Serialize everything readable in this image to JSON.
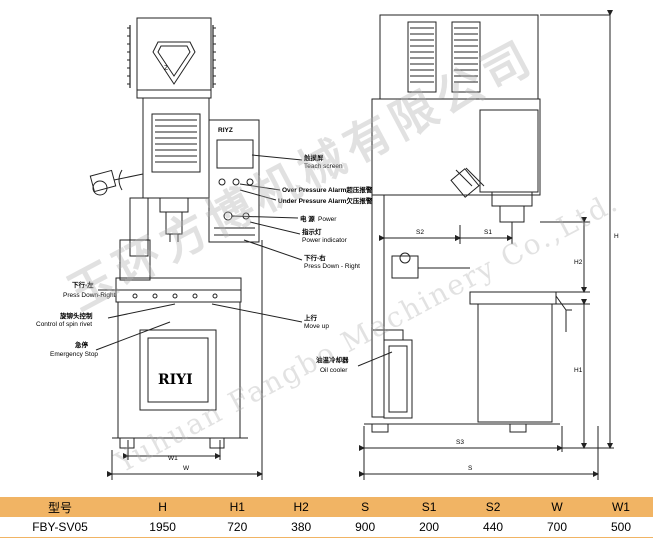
{
  "labels": {
    "teach_screen_cn": "触摸屏",
    "teach_screen_en": "Teach screen",
    "over_pressure": "Over Pressure Alarm超压报警",
    "under_pressure": "Under Pressure Alarm欠压报警",
    "power_cn": "电 源",
    "power_en": "Power",
    "power_ind_cn": "指示灯",
    "power_ind_en": "Power indicator",
    "pdr_cn": "下行-右",
    "pdr_en": "Press Down - Right",
    "pdl_cn": "下行-左",
    "pdl_en": "Press Down-Right",
    "spin_cn": "旋铆头控制",
    "spin_en": "Control of spin rivet",
    "moveup_cn": "上行",
    "moveup_en": "Move up",
    "estop_cn": "急停",
    "estop_en": "Emergency Stop",
    "oil_cn": "油温冷却器",
    "oil_en": "Oil cooler",
    "brand": "RIYI",
    "panel_brand": "RIYZ",
    "logo_letter": "Z"
  },
  "dims": {
    "W": "W",
    "W1": "W1",
    "S": "S",
    "S1": "S1",
    "S2": "S2",
    "S3": "S3",
    "H": "H",
    "H1": "H1",
    "H2": "H2"
  },
  "watermark": {
    "cn": "玉环方博机械有限公司",
    "en": "Yuhuan Fangbo Machinery Co.,Ltd."
  },
  "spec_table": {
    "headers": [
      "型号",
      "H",
      "H1",
      "H2",
      "S",
      "S1",
      "S2",
      "W",
      "W1"
    ],
    "row": [
      "FBY-SV05",
      "1950",
      "720",
      "380",
      "900",
      "200",
      "440",
      "700",
      "500"
    ]
  },
  "colors": {
    "header_bg": "#f1b464",
    "line": "#222222"
  }
}
